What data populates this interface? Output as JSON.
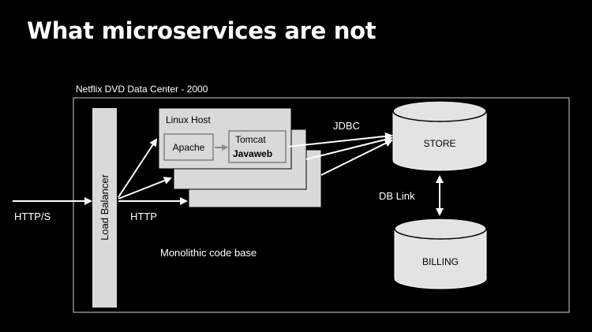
{
  "slide": {
    "title": "What microservices are not"
  },
  "diagram": {
    "container_label": "Netflix DVD Data Center - 2000",
    "load_balancer_label": "Load Balancer",
    "client_protocol_label": "HTTP/S",
    "internal_protocol_label": "HTTP",
    "host": {
      "label": "Linux Host",
      "apache_label": "Apache",
      "tomcat_label": "Tomcat",
      "javaweb_label": "Javaweb"
    },
    "jdbc_label": "JDBC",
    "db_link_label": "DB Link",
    "store_db_label": "STORE",
    "billing_db_label": "BILLING",
    "codebase_label": "Monolithic code base"
  },
  "colors": {
    "background": "#000000",
    "box_fill": "#d9d9d9",
    "line": "#ffffff",
    "text_light": "#ffffff",
    "text_dark": "#000000"
  }
}
